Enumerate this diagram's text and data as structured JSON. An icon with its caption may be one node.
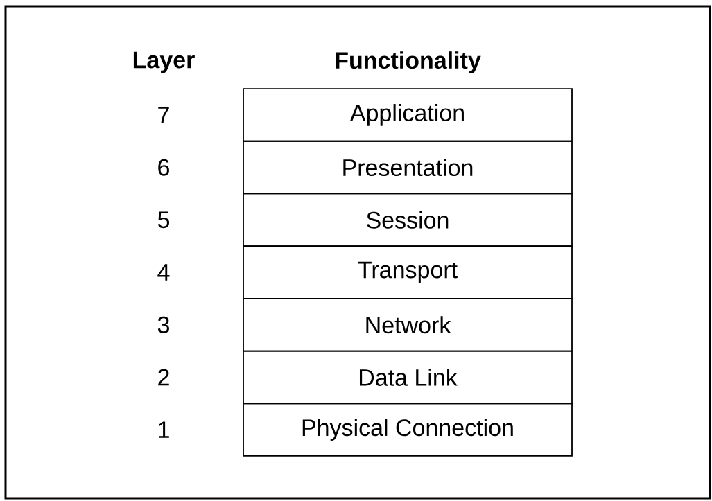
{
  "diagram": {
    "nodes": [
      {
        "text": [
          "Application"
        ],
        "beside": [
          "7"
        ]
      },
      {
        "text": [
          "Presentation"
        ],
        "beside": [
          "6"
        ]
      },
      {
        "text": [
          "Session"
        ],
        "beside": [
          "5"
        ]
      },
      {
        "text": [
          "Transport"
        ],
        "beside": [
          "4"
        ]
      },
      {
        "text": [
          "Network"
        ],
        "beside": [
          "3"
        ]
      },
      {
        "text": [
          "Data Link"
        ],
        "beside": [
          "2"
        ]
      },
      {
        "text": [
          "Physical Connection"
        ],
        "beside": [
          "1"
        ]
      }
    ],
    "labels": [
      "Layer",
      "Functionality"
    ]
  }
}
